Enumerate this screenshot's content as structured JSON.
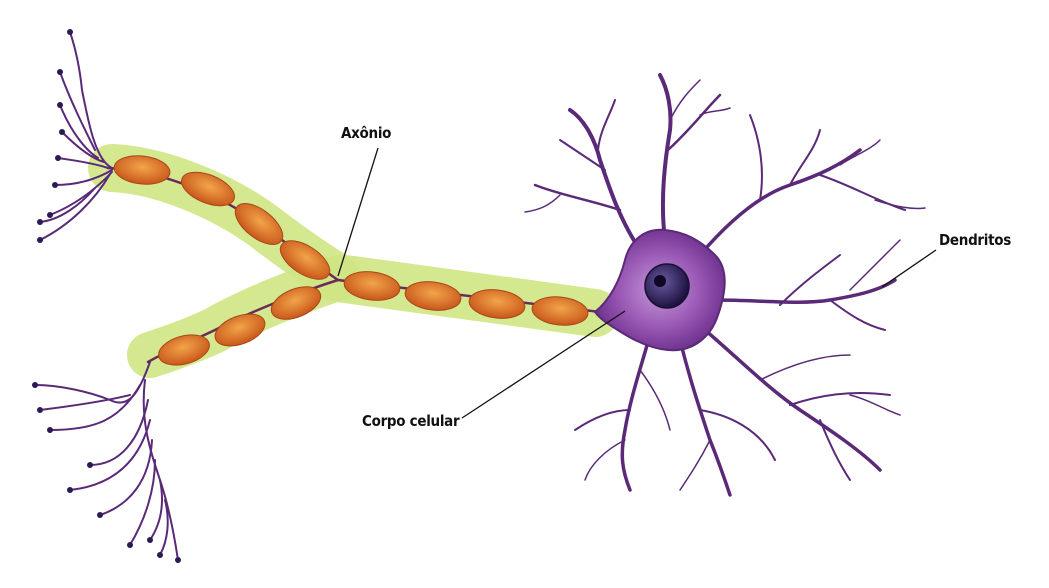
{
  "labels": {
    "axon": "Axônio",
    "cell_body": "Corpo celular",
    "dendrites": "Dendritos"
  },
  "colors": {
    "background": "#ffffff",
    "neuron_purple": "#5a2a78",
    "soma_fill": "#9a5ab6",
    "nucleus": "#2a1a55",
    "myelin_orange": "#e07a2a",
    "sheath_green": "#c9e27a",
    "leader_line": "#111111"
  }
}
